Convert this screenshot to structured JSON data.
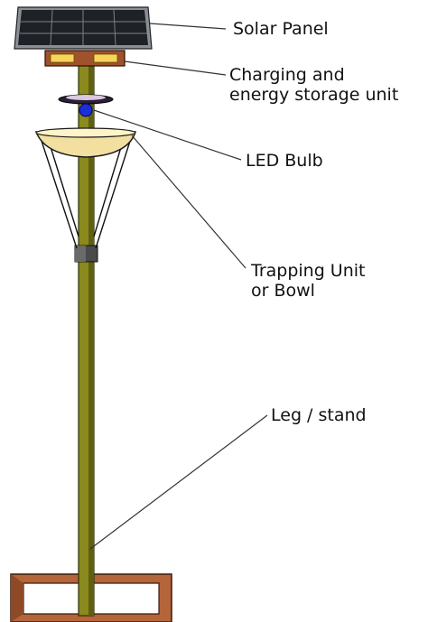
{
  "labels": {
    "solar_panel": "Solar Panel",
    "charging_line1": "Charging and",
    "charging_line2": "energy storage unit",
    "led_bulb": "LED Bulb",
    "trapping_line1": "Trapping Unit",
    "trapping_line2": "or Bowl",
    "leg_stand": "Leg / stand"
  },
  "colors": {
    "panel_cell": "#1e2227",
    "panel_frame": "#8a8f96",
    "storage_box": "#a0522d",
    "light_window": "#f6d65a",
    "pole": "#8a8a1e",
    "pole_shadow": "#5f5f10",
    "bowl": "#f3e0a0",
    "led": "#1a2fd6",
    "base": "#b5653a",
    "leader_line": "#333333"
  }
}
